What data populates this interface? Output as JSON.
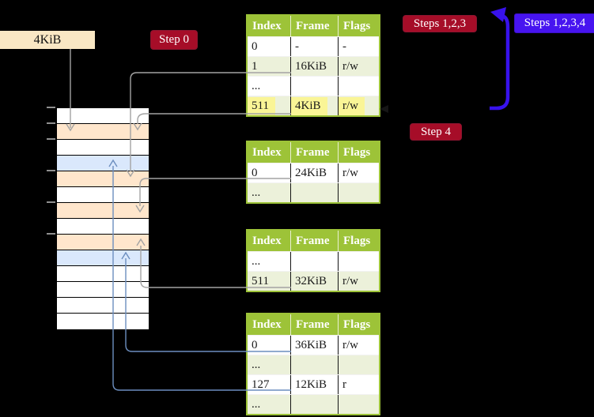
{
  "frame_label": "4KiB",
  "badges": {
    "step0": "Step 0",
    "steps123": "Steps 1,2,3",
    "steps1234": "Steps 1,2,3,4",
    "step4": "Step 4"
  },
  "tables": [
    {
      "name": "page-table-top",
      "headers": [
        "Index",
        "Frame",
        "Flags"
      ],
      "rows": [
        {
          "cells": [
            "0",
            "-",
            "-"
          ],
          "shaded": false,
          "highlight": false
        },
        {
          "cells": [
            "1",
            "16KiB",
            "r/w"
          ],
          "shaded": true,
          "highlight": false
        },
        {
          "cells": [
            "...",
            "",
            ""
          ],
          "shaded": false,
          "highlight": false
        },
        {
          "cells": [
            "511",
            "4KiB",
            "r/w"
          ],
          "shaded": true,
          "highlight": true
        }
      ]
    },
    {
      "name": "page-table-second",
      "headers": [
        "Index",
        "Frame",
        "Flags"
      ],
      "rows": [
        {
          "cells": [
            "0",
            "24KiB",
            "r/w"
          ],
          "shaded": false,
          "highlight": false
        },
        {
          "cells": [
            "...",
            "",
            ""
          ],
          "shaded": true,
          "highlight": false
        }
      ]
    },
    {
      "name": "page-table-third",
      "headers": [
        "Index",
        "Frame",
        "Flags"
      ],
      "rows": [
        {
          "cells": [
            "...",
            "",
            ""
          ],
          "shaded": false,
          "highlight": false
        },
        {
          "cells": [
            "511",
            "32KiB",
            "r/w"
          ],
          "shaded": true,
          "highlight": false
        }
      ]
    },
    {
      "name": "page-table-bottom",
      "headers": [
        "Index",
        "Frame",
        "Flags"
      ],
      "rows": [
        {
          "cells": [
            "0",
            "36KiB",
            "r/w"
          ],
          "shaded": false,
          "highlight": false
        },
        {
          "cells": [
            "...",
            "",
            ""
          ],
          "shaded": true,
          "highlight": false
        },
        {
          "cells": [
            "127",
            "12KiB",
            "r"
          ],
          "shaded": false,
          "highlight": false
        },
        {
          "cells": [
            "...",
            "",
            ""
          ],
          "shaded": true,
          "highlight": false
        }
      ]
    }
  ],
  "memory_rows": [
    "white",
    "peach",
    "white",
    "blue",
    "peach",
    "white",
    "peach",
    "white",
    "peach",
    "blue",
    "white",
    "white",
    "white",
    "white"
  ],
  "connectors": [
    {
      "from": "4KiB label",
      "to": "memory row 2",
      "color": "#a3a3a3"
    },
    {
      "from": "table-top entry 1 (16KiB)",
      "to": "memory row 5",
      "color": "#a3a3a3"
    },
    {
      "from": "table-top entry 511 (4KiB)",
      "to": "memory row 2",
      "color": "#a3a3a3"
    },
    {
      "from": "table-second entry 0 (24KiB)",
      "to": "memory row 7",
      "color": "#a3a3a3"
    },
    {
      "from": "table-third entry 511 (32KiB)",
      "to": "memory row 9",
      "color": "#a3a3a3"
    },
    {
      "from": "table-bottom entry 0 (36KiB)",
      "to": "memory row 10",
      "color": "#6c8ebf"
    },
    {
      "from": "table-bottom entry 127 (12KiB)",
      "to": "memory row 4",
      "color": "#6c8ebf"
    },
    {
      "from": "loop bottom",
      "to": "table-top",
      "color": "#3812ec"
    }
  ],
  "colors": {
    "background": "#000000",
    "table_header_green": "#9dc338",
    "table_row_green": "#ecf1da",
    "highlight_yellow": "#faf596",
    "badge_red": "#a60d28",
    "badge_blue": "#4714f0",
    "memory_peach": "#ffe6cc",
    "memory_blue": "#dae8fc",
    "label_cream": "#f9e7c4",
    "connector_gray": "#a3a3a3",
    "connector_blue": "#6c8ebf",
    "loop_arrow_blue": "#3812ec"
  }
}
